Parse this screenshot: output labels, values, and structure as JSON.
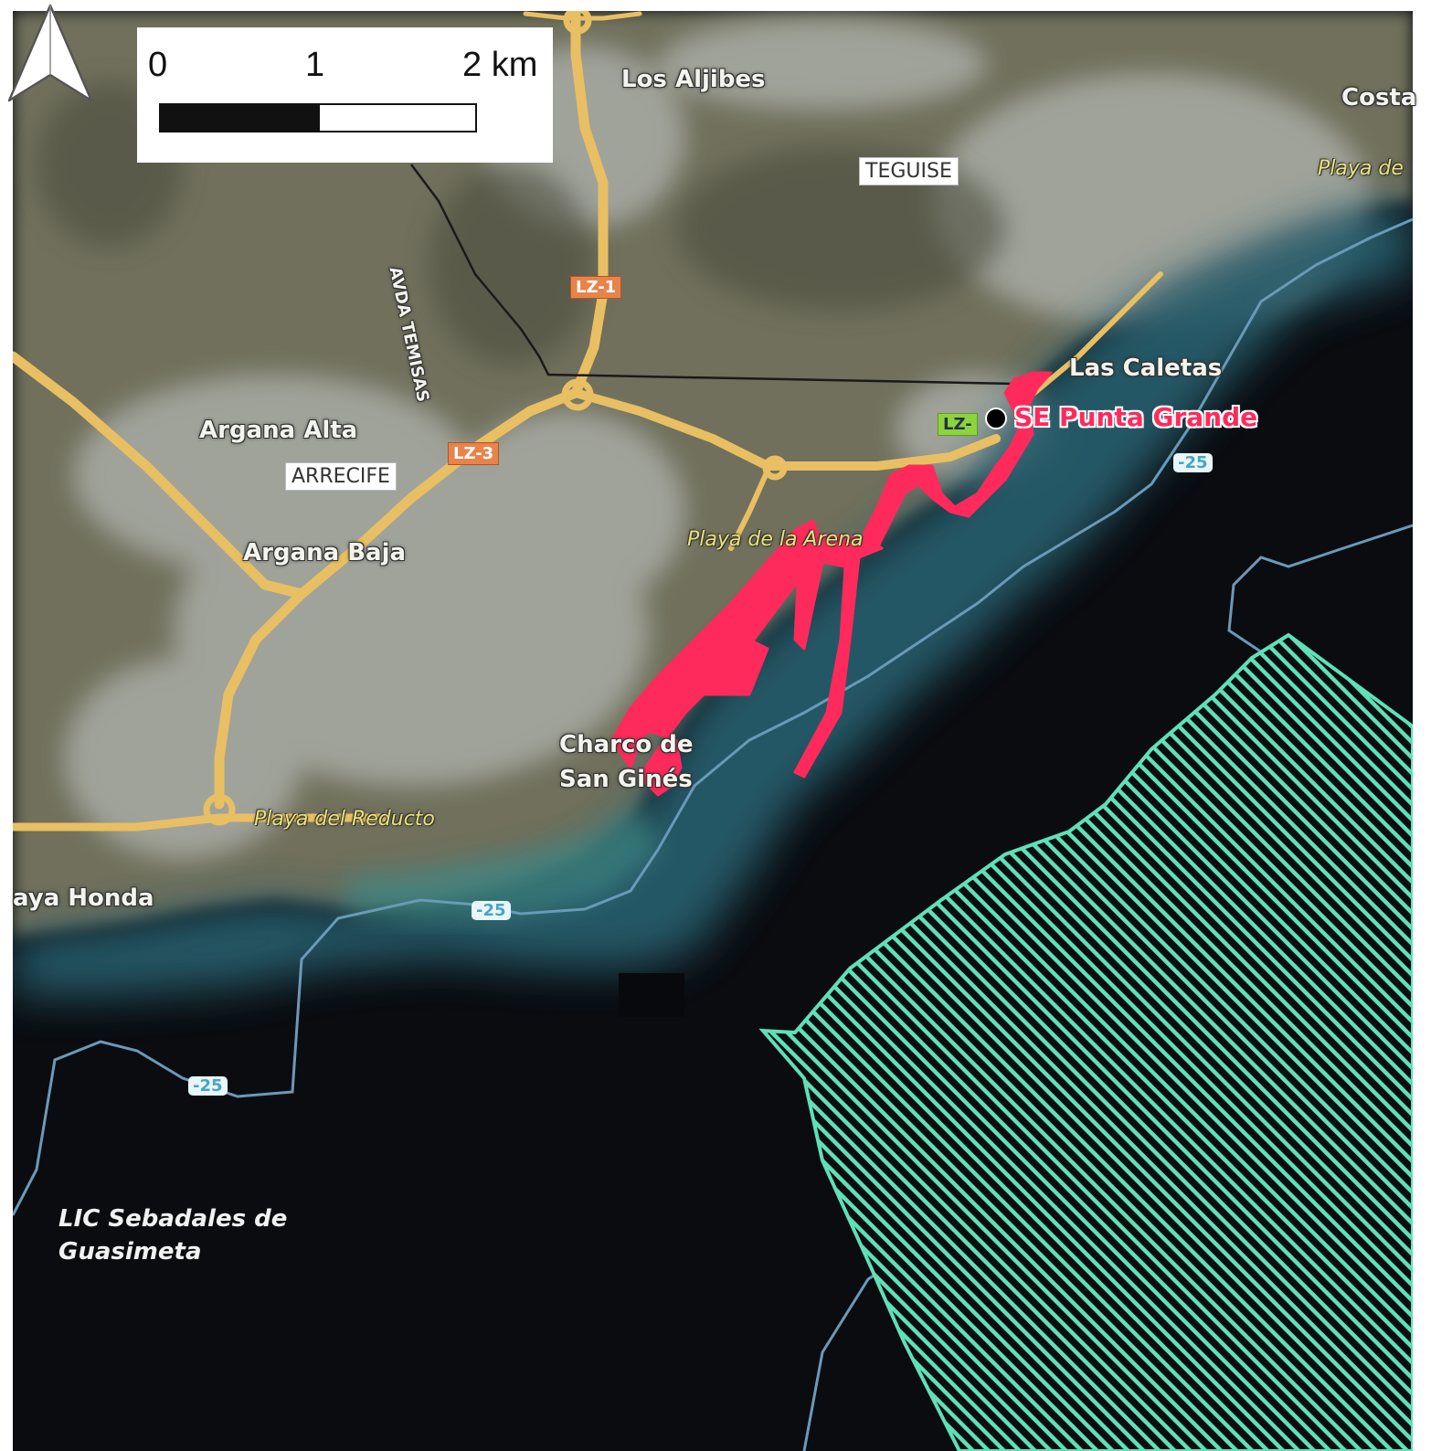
{
  "map": {
    "scale_bar": {
      "ticks": [
        "0",
        "1",
        "2 km"
      ]
    },
    "north_arrow": {
      "icon": "north-arrow-icon"
    },
    "places": {
      "los_aljibes": "Los Aljibes",
      "costa": "Costa",
      "las_caletas": "Las Caletas",
      "argana_alta": "Argana Alta",
      "argana_baja": "Argana Baja",
      "charco": "Charco de",
      "san_gines": "San Ginés",
      "playa_honda": "aya Honda"
    },
    "municipalities": {
      "teguise": "TEGUISE",
      "arrecife": "ARRECIFE"
    },
    "beaches": {
      "playa_de": "Playa de",
      "playa_arena": "Playa de la Arena",
      "playa_reducto": "Playa del Reducto"
    },
    "street": "AVDA TEMISAS",
    "roads": {
      "lz1": "LZ-1",
      "lz3": "LZ-3",
      "lz2": "LZ-"
    },
    "depth_labels": [
      "-25",
      "-25",
      "-25"
    ],
    "substation": {
      "label": "SE Punta Grande"
    },
    "protected_area": {
      "label_line1": "LIC Sebadales de",
      "label_line2": "Guasimeta"
    },
    "colors": {
      "land": "#6f705c",
      "urban": "#a9aca5",
      "sea_shallow": "#285b6a",
      "sea_deep": "#0a0c10",
      "road": "#e9bf63",
      "highlight": "#ff2a5c",
      "hatch": "#5fe0b6",
      "isobath": "#6a9ab8"
    }
  }
}
